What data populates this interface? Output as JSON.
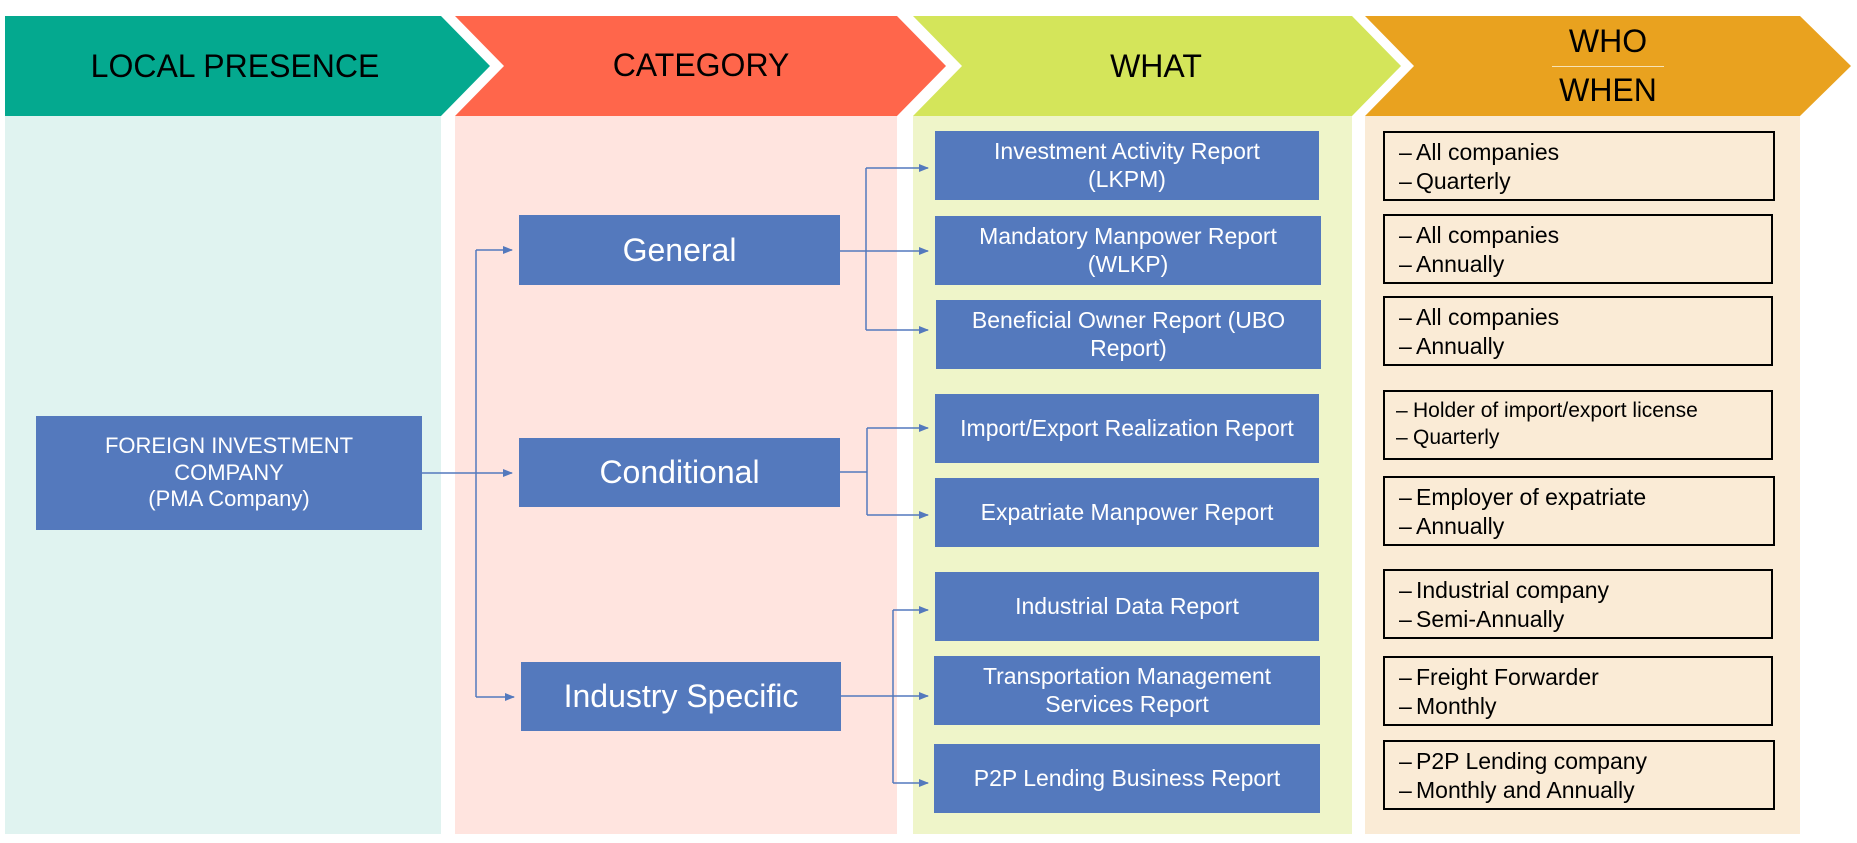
{
  "colors": {
    "local_presence_header": "#04a98f",
    "local_presence_body": "#e0f3f0",
    "category_header": "#ff664b",
    "category_body": "#ffe4df",
    "what_header": "#d4e55a",
    "what_body": "#eff5c9",
    "who_header": "#e9a21f",
    "who_body": "#faebd6",
    "box_fill": "#5479bd",
    "connector": "#5479bd"
  },
  "headers": {
    "local_presence": "LOCAL PRESENCE",
    "category": "CATEGORY",
    "what": "WHAT",
    "who": "WHO",
    "when": "WHEN"
  },
  "local_presence": {
    "entity_line1": "FOREIGN INVESTMENT",
    "entity_line2": "COMPANY",
    "entity_line3": "(PMA Company)"
  },
  "categories": [
    {
      "label": "General"
    },
    {
      "label": "Conditional"
    },
    {
      "label": "Industry Specific"
    }
  ],
  "reports": [
    {
      "category": "General",
      "line1": "Investment Activity Report",
      "line2": "(LKPM)",
      "who": "All companies",
      "when": "Quarterly"
    },
    {
      "category": "General",
      "line1": "Mandatory Manpower Report",
      "line2": "(WLKP)",
      "who": "All companies",
      "when": "Annually"
    },
    {
      "category": "General",
      "line1": "Beneficial Owner Report (UBO",
      "line2": "Report)",
      "who": "All companies",
      "when": "Annually"
    },
    {
      "category": "Conditional",
      "line1": "Import/Export Realization Report",
      "line2": "",
      "who": "Holder of import/export license",
      "when": "Quarterly"
    },
    {
      "category": "Conditional",
      "line1": "Expatriate Manpower Report",
      "line2": "",
      "who": "Employer of expatriate",
      "when": "Annually"
    },
    {
      "category": "Industry Specific",
      "line1": "Industrial Data Report",
      "line2": "",
      "who": "Industrial company",
      "when": "Semi-Annually"
    },
    {
      "category": "Industry Specific",
      "line1": "Transportation Management",
      "line2": "Services Report",
      "who": "Freight Forwarder",
      "when": "Monthly"
    },
    {
      "category": "Industry Specific",
      "line1": "P2P Lending Business Report",
      "line2": "",
      "who": "P2P Lending company",
      "when": "Monthly and Annually"
    }
  ],
  "bullet_dash": "–"
}
